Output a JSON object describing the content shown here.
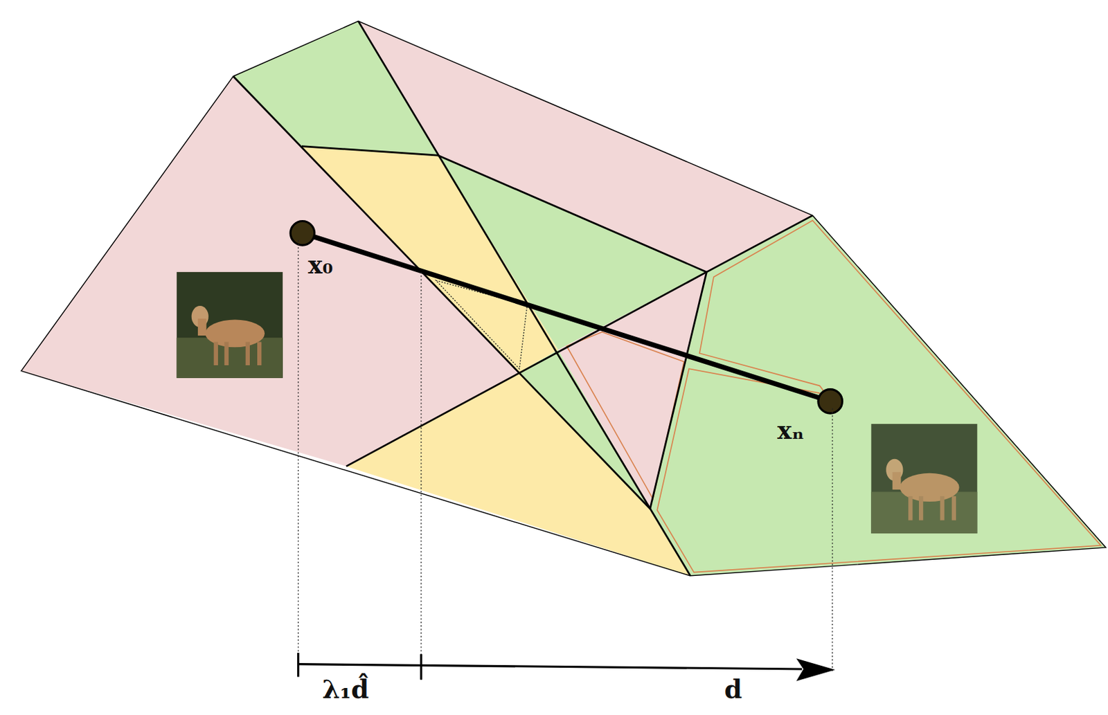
{
  "diagram": {
    "labels": [
      "x₀",
      "xₙ",
      "λ₁d̂",
      "d"
    ]
  }
}
